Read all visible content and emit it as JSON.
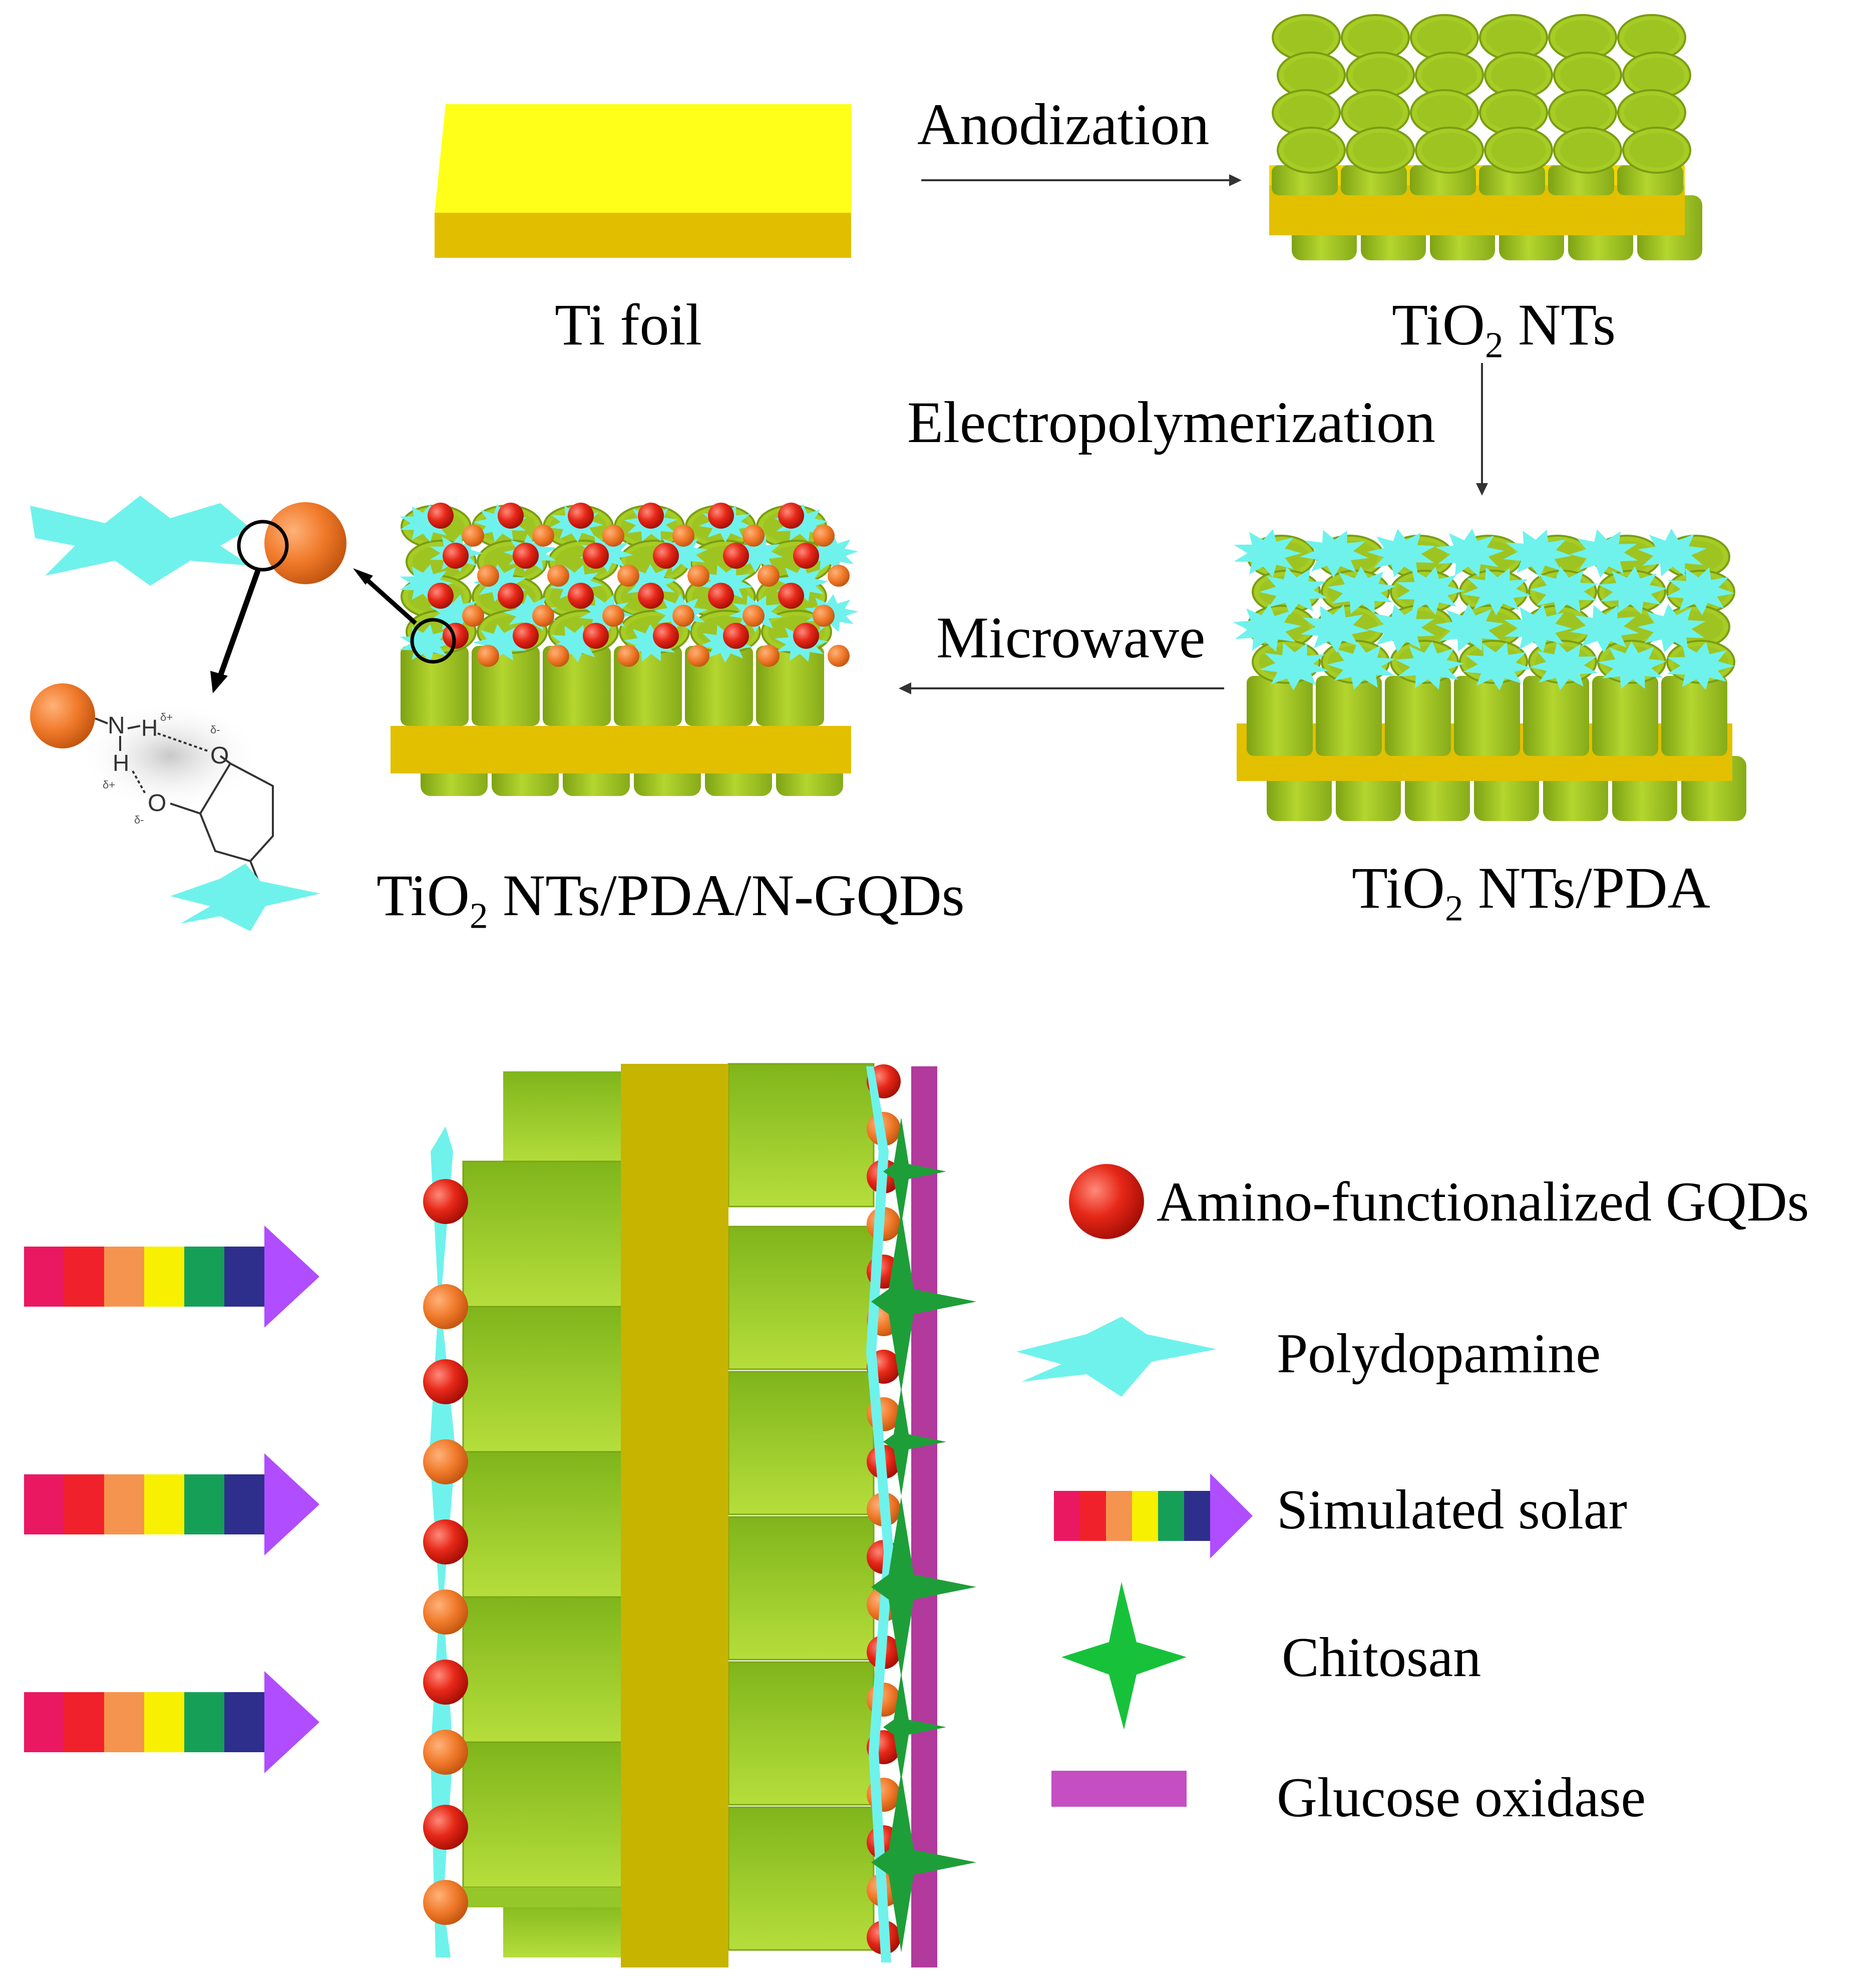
{
  "colors": {
    "ti_foil_top": "#ffff00",
    "ti_foil_side": "#e7c200",
    "nanotube_top": "#b6d935",
    "nanotube_side": "#8fb51c",
    "substrate": "#c8b400",
    "polydopamine": "#6ff2ec",
    "gqd_red": "#e62818",
    "gqd_orange": "#f07a2a",
    "chitosan": "#1e9e38",
    "glucose_oxidase": "#b63fa8",
    "solar_arrow": [
      "#ea1861",
      "#f0212b",
      "#f5944e",
      "#f7f000",
      "#16a057",
      "#2e2e8c",
      "#b04dff"
    ]
  },
  "top": {
    "ti_foil_label": "Ti foil",
    "step1_label": "Anodization",
    "tio2_nts_label_main": "TiO",
    "tio2_nts_label_sub": "2",
    "tio2_nts_label_rest": " NTs",
    "step2_label": "Electropolymerization",
    "tio2_pda_label_main": "TiO",
    "tio2_pda_label_sub": "2",
    "tio2_pda_label_rest": " NTs/PDA",
    "step3_label": "Microwave",
    "tio2_gqd_label_main": "TiO",
    "tio2_gqd_label_sub": "2",
    "tio2_gqd_label_rest": " NTs/PDA/N-GQDs",
    "structure_atoms": {
      "n": "N",
      "h1": "H",
      "h2": "H",
      "o1": "O",
      "o2": "O",
      "delta1": "δ+",
      "delta2": "δ-",
      "delta3": "δ+",
      "delta4": "δ-"
    }
  },
  "legend": {
    "items": [
      {
        "name": "gqd",
        "label": "Amino-functionalized GQDs",
        "icon": "red-sphere-icon"
      },
      {
        "name": "pda",
        "label": "Polydopamine",
        "icon": "cyan-star-icon"
      },
      {
        "name": "solar",
        "label": "Simulated solar",
        "icon": "rainbow-arrow-icon"
      },
      {
        "name": "chitosan",
        "label": "Chitosan",
        "icon": "green-star-icon"
      },
      {
        "name": "gox",
        "label": "Glucose oxidase",
        "icon": "purple-bar-icon"
      }
    ]
  }
}
